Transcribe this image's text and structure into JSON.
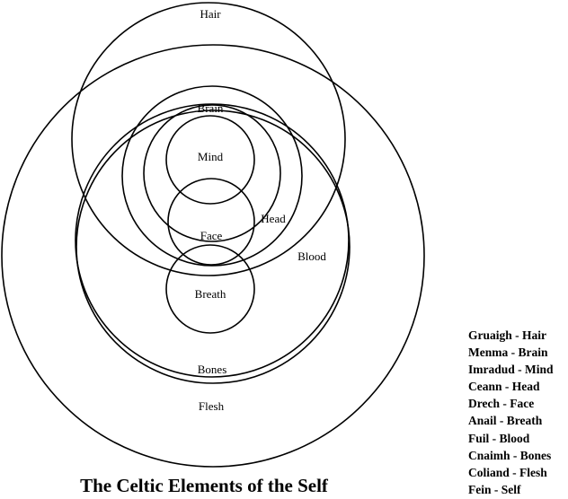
{
  "labels": {
    "hair": "Hair",
    "brain": "Brain",
    "mind": "Mind",
    "head": "Head",
    "face": "Face",
    "blood": "Blood",
    "breath": "Breath",
    "bones": "Bones",
    "flesh": "Flesh"
  },
  "legend": [
    "Gruaigh - Hair",
    "Menma - Brain",
    "Imradud - Mind",
    "Ceann - Head",
    "Drech - Face",
    "Anail - Breath",
    "Fuil - Blood",
    "Cnaimh - Bones",
    "Coliand - Flesh",
    "Fein - Self"
  ],
  "title": "The Celtic Elements of the Self"
}
